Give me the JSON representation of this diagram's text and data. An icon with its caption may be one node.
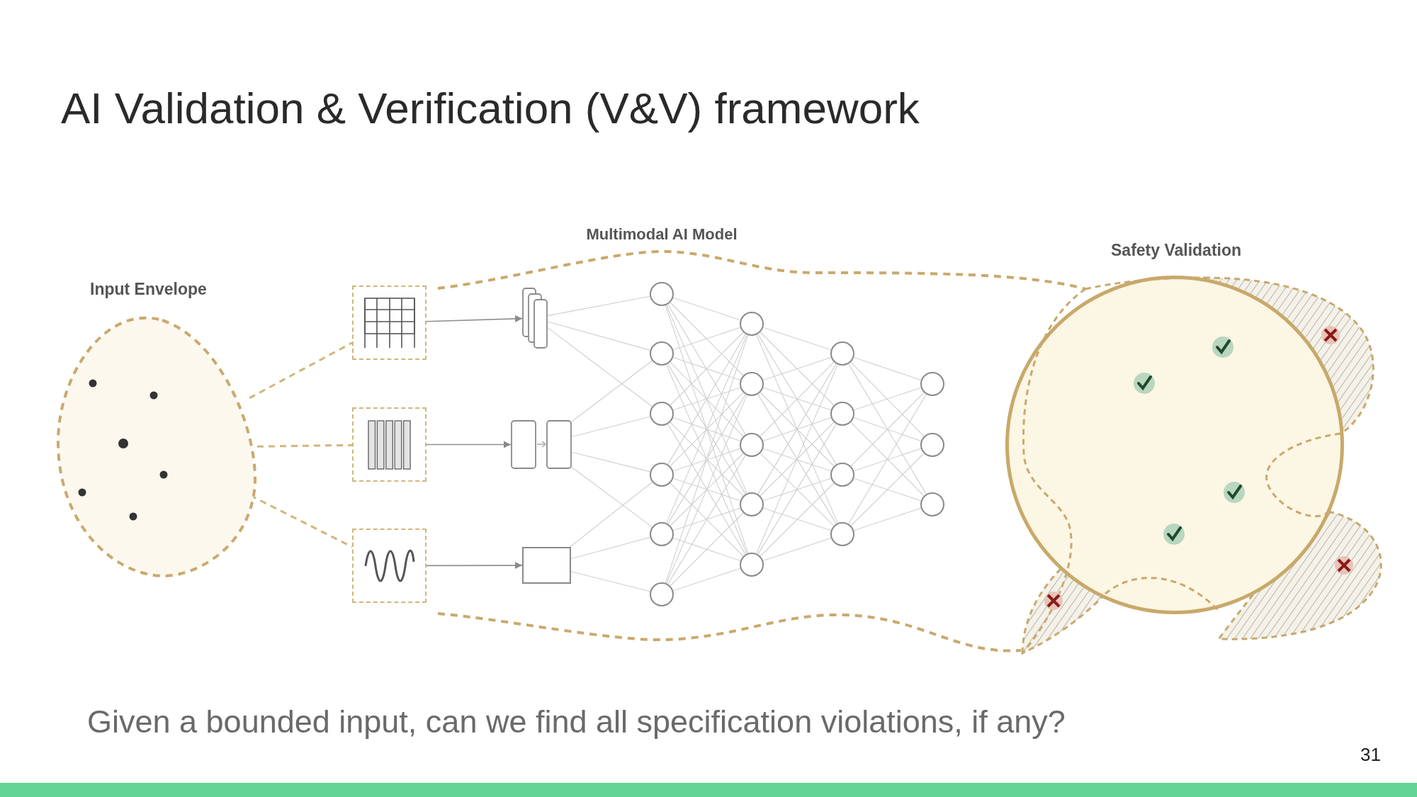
{
  "diagram": {
    "title": "AI Validation & Verification (V&V) framework",
    "caption": "Given a bounded input, can we find all specification violations, if any?",
    "nodes": [
      {
        "text": [
          "Input Envelope"
        ]
      },
      {
        "text": [],
        "shape": "box"
      },
      {
        "text": [],
        "shape": "box"
      },
      {
        "text": [],
        "shape": "box"
      },
      {
        "text": [],
        "shape": "box"
      },
      {
        "text": [],
        "shape": "box"
      },
      {
        "text": [],
        "shape": "box"
      },
      {
        "text": [],
        "shape": "circle"
      },
      {
        "text": [],
        "shape": "circle"
      },
      {
        "text": [],
        "shape": "circle"
      },
      {
        "text": [],
        "shape": "circle"
      },
      {
        "text": [],
        "shape": "circle"
      },
      {
        "text": [],
        "shape": "circle"
      },
      {
        "text": [],
        "shape": "circle"
      },
      {
        "text": [],
        "shape": "circle"
      },
      {
        "text": [],
        "shape": "circle"
      },
      {
        "text": [],
        "shape": "circle"
      },
      {
        "text": [],
        "shape": "circle"
      },
      {
        "text": [],
        "shape": "circle"
      },
      {
        "text": [],
        "shape": "circle"
      },
      {
        "text": [],
        "shape": "circle"
      },
      {
        "text": [],
        "shape": "circle"
      },
      {
        "text": [],
        "shape": "circle"
      },
      {
        "text": [],
        "shape": "circle"
      },
      {
        "text": [],
        "shape": "circle"
      },
      {
        "text": [
          "Safety Validation"
        ]
      }
    ],
    "edges": [
      {
        "from": 0,
        "to": 1,
        "arrow": "none",
        "style": "dashed",
        "color": "#d1b67c"
      },
      {
        "from": 0,
        "to": 2,
        "arrow": "none",
        "style": "dashed",
        "color": "#d1b67c"
      },
      {
        "from": 0,
        "to": 3,
        "arrow": "none",
        "style": "dashed",
        "color": "#d1b67c"
      },
      {
        "from": 1,
        "to": 4,
        "arrow": "to"
      },
      {
        "from": 2,
        "to": 5,
        "arrow": "to"
      },
      {
        "from": 3,
        "to": 6,
        "arrow": "to"
      },
      {
        "from": 4,
        "to": 7,
        "arrow": "none"
      },
      {
        "from": 4,
        "to": 8,
        "arrow": "none"
      },
      {
        "from": 4,
        "to": 9,
        "arrow": "none"
      },
      {
        "from": 5,
        "to": 8,
        "arrow": "none"
      },
      {
        "from": 5,
        "to": 9,
        "arrow": "none"
      },
      {
        "from": 5,
        "to": 10,
        "arrow": "none"
      },
      {
        "from": 5,
        "to": 11,
        "arrow": "none"
      },
      {
        "from": 6,
        "to": 10,
        "arrow": "none"
      },
      {
        "from": 6,
        "to": 11,
        "arrow": "none"
      },
      {
        "from": 6,
        "to": 12,
        "arrow": "none"
      },
      {
        "from": 7,
        "to": 13,
        "arrow": "none"
      },
      {
        "from": 7,
        "to": 14,
        "arrow": "none"
      },
      {
        "from": 7,
        "to": 15,
        "arrow": "none"
      },
      {
        "from": 7,
        "to": 16,
        "arrow": "none"
      },
      {
        "from": 7,
        "to": 17,
        "arrow": "none"
      },
      {
        "from": 8,
        "to": 13,
        "arrow": "none"
      },
      {
        "from": 8,
        "to": 14,
        "arrow": "none"
      },
      {
        "from": 8,
        "to": 15,
        "arrow": "none"
      },
      {
        "from": 8,
        "to": 16,
        "arrow": "none"
      },
      {
        "from": 8,
        "to": 17,
        "arrow": "none"
      },
      {
        "from": 9,
        "to": 13,
        "arrow": "none"
      },
      {
        "from": 9,
        "to": 14,
        "arrow": "none"
      },
      {
        "from": 9,
        "to": 15,
        "arrow": "none"
      },
      {
        "from": 9,
        "to": 16,
        "arrow": "none"
      },
      {
        "from": 9,
        "to": 17,
        "arrow": "none"
      },
      {
        "from": 10,
        "to": 13,
        "arrow": "none"
      },
      {
        "from": 10,
        "to": 14,
        "arrow": "none"
      },
      {
        "from": 10,
        "to": 15,
        "arrow": "none"
      },
      {
        "from": 10,
        "to": 16,
        "arrow": "none"
      },
      {
        "from": 10,
        "to": 17,
        "arrow": "none"
      },
      {
        "from": 11,
        "to": 13,
        "arrow": "none"
      },
      {
        "from": 11,
        "to": 14,
        "arrow": "none"
      },
      {
        "from": 11,
        "to": 15,
        "arrow": "none"
      },
      {
        "from": 11,
        "to": 16,
        "arrow": "none"
      },
      {
        "from": 11,
        "to": 17,
        "arrow": "none"
      },
      {
        "from": 12,
        "to": 13,
        "arrow": "none"
      },
      {
        "from": 12,
        "to": 14,
        "arrow": "none"
      },
      {
        "from": 12,
        "to": 15,
        "arrow": "none"
      },
      {
        "from": 12,
        "to": 16,
        "arrow": "none"
      },
      {
        "from": 12,
        "to": 17,
        "arrow": "none"
      },
      {
        "from": 13,
        "to": 18,
        "arrow": "none"
      },
      {
        "from": 13,
        "to": 19,
        "arrow": "none"
      },
      {
        "from": 13,
        "to": 20,
        "arrow": "none"
      },
      {
        "from": 13,
        "to": 21,
        "arrow": "none"
      },
      {
        "from": 14,
        "to": 18,
        "arrow": "none"
      },
      {
        "from": 14,
        "to": 19,
        "arrow": "none"
      },
      {
        "from": 14,
        "to": 20,
        "arrow": "none"
      },
      {
        "from": 14,
        "to": 21,
        "arrow": "none"
      },
      {
        "from": 15,
        "to": 18,
        "arrow": "none"
      },
      {
        "from": 15,
        "to": 19,
        "arrow": "none"
      },
      {
        "from": 15,
        "to": 20,
        "arrow": "none"
      },
      {
        "from": 15,
        "to": 21,
        "arrow": "none"
      },
      {
        "from": 16,
        "to": 18,
        "arrow": "none"
      },
      {
        "from": 16,
        "to": 19,
        "arrow": "none"
      },
      {
        "from": 16,
        "to": 20,
        "arrow": "none"
      },
      {
        "from": 16,
        "to": 21,
        "arrow": "none"
      },
      {
        "from": 17,
        "to": 18,
        "arrow": "none"
      },
      {
        "from": 17,
        "to": 19,
        "arrow": "none"
      },
      {
        "from": 17,
        "to": 20,
        "arrow": "none"
      },
      {
        "from": 17,
        "to": 21,
        "arrow": "none"
      },
      {
        "from": 18,
        "to": 22,
        "arrow": "none"
      },
      {
        "from": 18,
        "to": 23,
        "arrow": "none"
      },
      {
        "from": 18,
        "to": 24,
        "arrow": "none"
      },
      {
        "from": 19,
        "to": 22,
        "arrow": "none"
      },
      {
        "from": 19,
        "to": 23,
        "arrow": "none"
      },
      {
        "from": 19,
        "to": 24,
        "arrow": "none"
      },
      {
        "from": 20,
        "to": 22,
        "arrow": "none"
      },
      {
        "from": 20,
        "to": 23,
        "arrow": "none"
      },
      {
        "from": 20,
        "to": 24,
        "arrow": "none"
      },
      {
        "from": 21,
        "to": 22,
        "arrow": "none"
      },
      {
        "from": 21,
        "to": 23,
        "arrow": "none"
      },
      {
        "from": 21,
        "to": 24,
        "arrow": "none"
      }
    ],
    "labels": [
      "Multimodal AI Model",
      "31"
    ]
  }
}
